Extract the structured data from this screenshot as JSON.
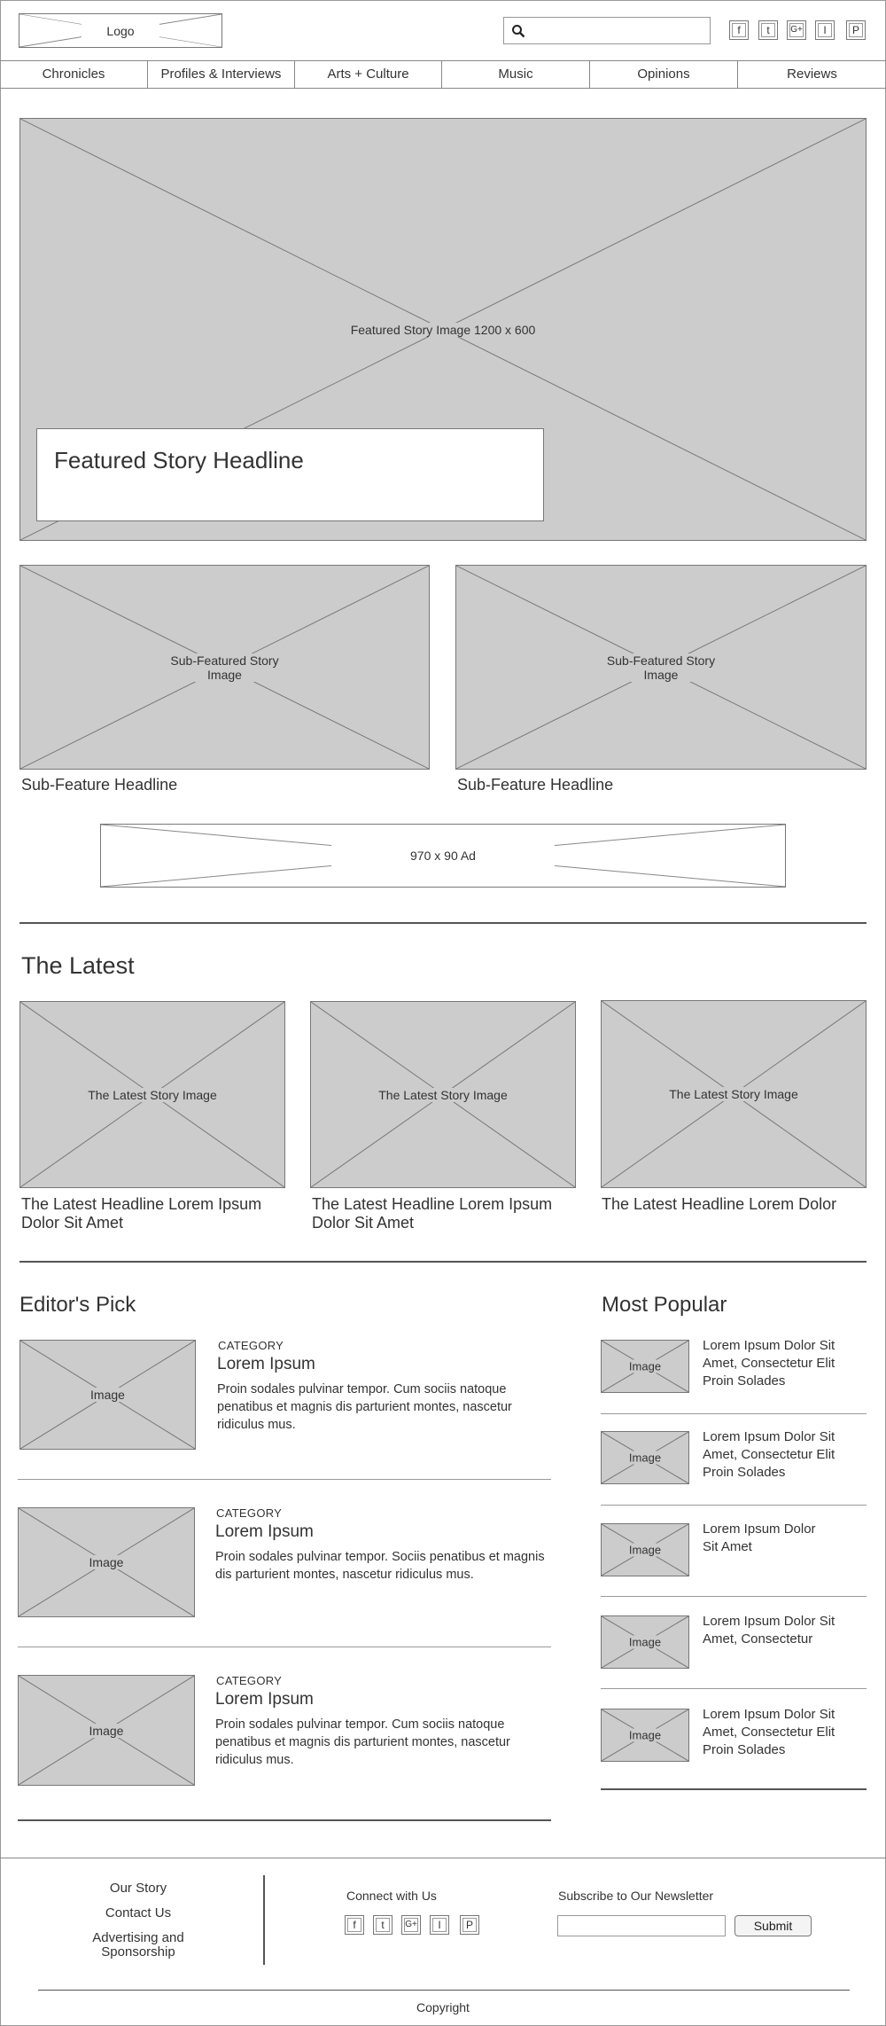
{
  "header": {
    "logo_label": "Logo",
    "search": {
      "placeholder": "",
      "value": ""
    },
    "social": [
      "f",
      "t",
      "G+",
      "I",
      "P"
    ]
  },
  "nav": [
    "Chronicles",
    "Profiles & Interviews",
    "Arts + Culture",
    "Music",
    "Opinions",
    "Reviews"
  ],
  "featured": {
    "image_label": "Featured Story Image 1200 x 600",
    "headline": "Featured Story Headline"
  },
  "sub_features": [
    {
      "image_label": "Sub-Featured Story Image",
      "headline": "Sub-Feature Headline"
    },
    {
      "image_label": "Sub-Featured Story Image",
      "headline": "Sub-Feature Headline"
    }
  ],
  "ad": {
    "label": "970 x 90 Ad"
  },
  "latest": {
    "title": "The Latest",
    "items": [
      {
        "image_label": "The Latest Story Image",
        "headline": "The Latest Headline Lorem Ipsum Dolor Sit Amet"
      },
      {
        "image_label": "The Latest Story Image",
        "headline": "The Latest Headline Lorem Ipsum Dolor Sit Amet"
      },
      {
        "image_label": "The Latest Story Image",
        "headline": "The Latest Headline Lorem Dolor"
      }
    ]
  },
  "editors_pick": {
    "title": "Editor's Pick",
    "items": [
      {
        "image_label": "Image",
        "category": "CATEGORY",
        "title": "Lorem Ipsum",
        "body": "Proin sodales pulvinar tempor. Cum sociis natoque penatibus et magnis dis parturient montes, nascetur ridiculus mus."
      },
      {
        "image_label": "Image",
        "category": "CATEGORY",
        "title": "Lorem Ipsum",
        "body": "Proin sodales pulvinar tempor. Sociis penatibus et magnis dis parturient montes, nascetur ridiculus mus."
      },
      {
        "image_label": "Image",
        "category": "CATEGORY",
        "title": "Lorem Ipsum",
        "body": "Proin sodales pulvinar tempor. Cum sociis natoque penatibus et magnis dis parturient montes, nascetur ridiculus mus."
      }
    ]
  },
  "most_popular": {
    "title": "Most Popular",
    "items": [
      {
        "image_label": "Image",
        "text": "Lorem Ipsum Dolor Sit Amet, Consectetur Elit Proin Solades"
      },
      {
        "image_label": "Image",
        "text": "Lorem Ipsum Dolor Sit Amet, Consectetur Elit Proin Solades"
      },
      {
        "image_label": "Image",
        "text": "Lorem Ipsum Dolor Sit Amet"
      },
      {
        "image_label": "Image",
        "text": "Lorem Ipsum Dolor Sit Amet, Consectetur"
      },
      {
        "image_label": "Image",
        "text": "Lorem Ipsum Dolor Sit Amet, Consectetur Elit Proin Solades"
      }
    ]
  },
  "footer": {
    "links": [
      "Our Story",
      "Contact Us",
      "Advertising and Sponsorship"
    ],
    "connect_label": "Connect with Us",
    "social": [
      "f",
      "t",
      "G+",
      "I",
      "P"
    ],
    "newsletter_label": "Subscribe to Our Newsletter",
    "newsletter_input": {
      "placeholder": "",
      "value": ""
    },
    "submit_label": "Submit",
    "copyright": "Copyright"
  }
}
